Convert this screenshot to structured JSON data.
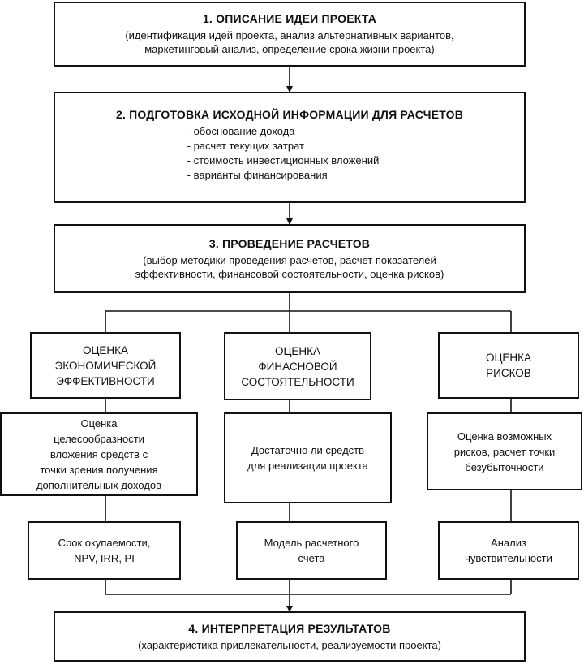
{
  "step1": {
    "title": "1. ОПИСАНИЕ ИДЕИ ПРОЕКТА",
    "description": "(идентификация идей проекта, анализ альтернативных вариантов,\nмаркетинговый анализ, определение срока жизни проекта)"
  },
  "step2": {
    "title": "2. ПОДГОТОВКА ИСХОДНОЙ ИНФОРМАЦИИ ДЛЯ РАСЧЕТОВ",
    "items": [
      "- обоснование дохода",
      "- расчет текущих затрат",
      "- стоимость инвестиционных вложений",
      "- варианты финансирования"
    ]
  },
  "step3": {
    "title": "3. ПРОВЕДЕНИЕ РАСЧЕТОВ",
    "description": "(выбор методики проведения расчетов, расчет показателей\nэффективности, финансовой состоятельности, оценка рисков)"
  },
  "branches": [
    {
      "header": "ОЦЕНКА\nЭКОНОМИЧЕСКОЙ\nЭФФЕКТИВНОСТИ",
      "detail": "Оценка\nцелесообразности\nвложения средств с\nточки зрения получения\nдополнительных доходов",
      "method": "Срок окупаемости,\nNPV, IRR, PI"
    },
    {
      "header": "ОЦЕНКА\nФИНАСНОВОЙ\nСОСТОЯТЕЛЬНОСТИ",
      "detail": "Достаточно ли средств\nдля реализации проекта",
      "method": "Модель расчетного\nсчета"
    },
    {
      "header": "ОЦЕНКА\nРИСКОВ",
      "detail": "Оценка возможных\nрисков, расчет точки\nбезубыточности",
      "method": "Анализ\nчувствительности"
    }
  ],
  "step4": {
    "title": "4. ИНТЕРПРЕТАЦИЯ РЕЗУЛЬТАТОВ",
    "description": "(характеристика привлекательности, реализуемости проекта)"
  }
}
